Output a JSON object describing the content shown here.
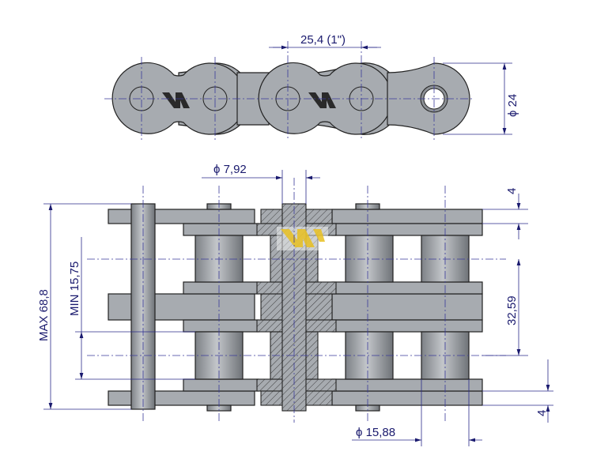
{
  "title": "Double roller chain 16B-2 technical drawing",
  "colors": {
    "part": "#a7abb0",
    "dimension": "#1a1a6e",
    "logo": "#e8c020"
  },
  "dimensions": {
    "pitch": "25,4  (1\")",
    "plate_height": "ϕ 24",
    "pin_diameter": "ϕ 7,92",
    "plate_thickness_top": "4",
    "transverse_pitch": "32,59",
    "plate_thickness_bottom": "4",
    "max_width": "MAX 68,8",
    "min_inner_width": "MIN 15,75",
    "roller_diameter": "ϕ 15,88"
  }
}
